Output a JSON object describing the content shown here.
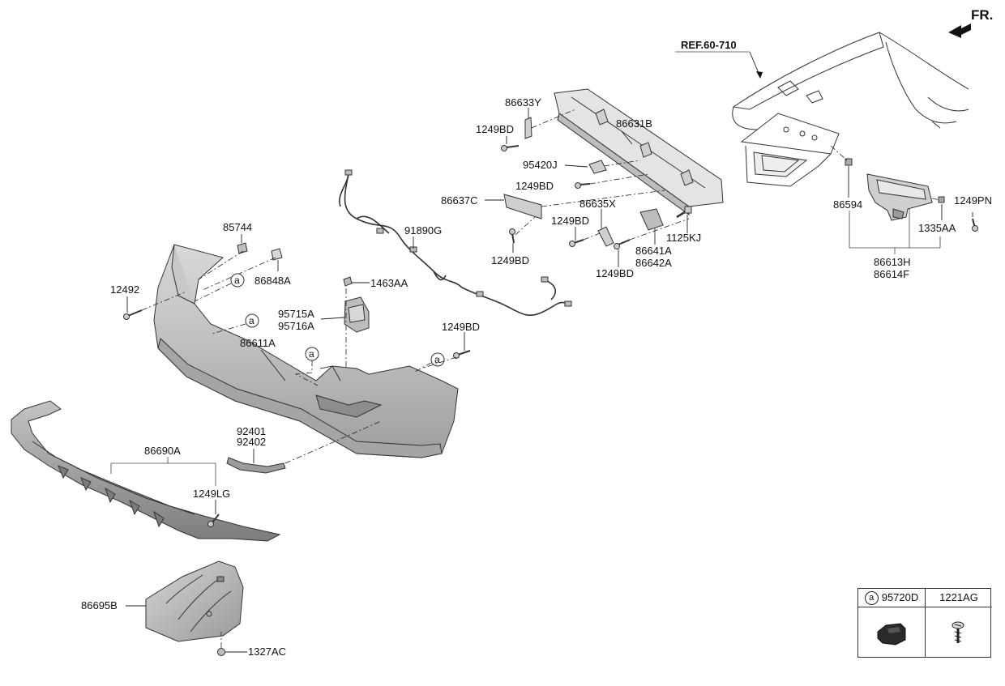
{
  "header": {
    "direction_label": "FR.",
    "reference_label": "REF.60-710"
  },
  "parts": {
    "p86633Y": "86633Y",
    "p86631B": "86631B",
    "p1249BD_a": "1249BD",
    "p95420J": "95420J",
    "p1249BD_b": "1249BD",
    "p86637C": "86637C",
    "p86635X": "86635X",
    "p1249BD_c": "1249BD",
    "p1249BD_d": "1249BD",
    "p86641A": "86641A",
    "p86642A": "86642A",
    "p1125KJ": "1125KJ",
    "p1249BD_e": "1249BD",
    "p91890G": "91890G",
    "p85744": "85744",
    "p86848A": "86848A",
    "p12492": "12492",
    "p1463AA": "1463AA",
    "p95715A": "95715A",
    "p95716A": "95716A",
    "p1249BD_f": "1249BD",
    "p86611A": "86611A",
    "p92401": "92401",
    "p92402": "92402",
    "p86690A": "86690A",
    "p1249LG": "1249LG",
    "p86695B": "86695B",
    "p1327AC": "1327AC",
    "p86594": "86594",
    "p1249PN": "1249PN",
    "p1335AA": "1335AA",
    "p86613H": "86613H",
    "p86614F": "86614F"
  },
  "callout_letter": "a",
  "legend": {
    "col1_marker": "a",
    "col1_part": "95720D",
    "col2_part": "1221AG",
    "col1_icon": "clip-icon",
    "col2_icon": "screw-icon"
  }
}
